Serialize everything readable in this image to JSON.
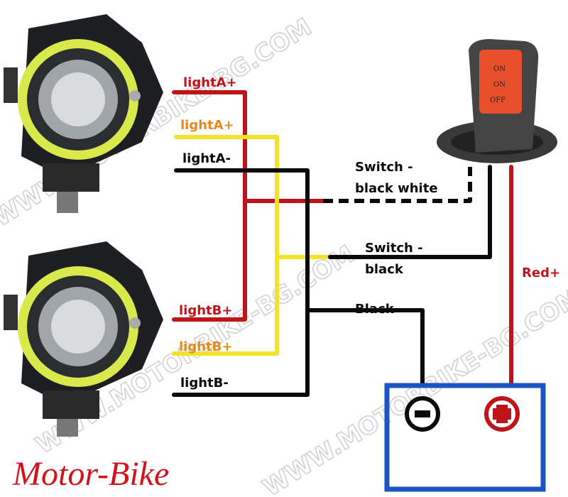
{
  "labels": {
    "lightA_plus_red": "lightA+",
    "lightA_plus_yellow": "lightA+",
    "lightA_minus": "lightA-",
    "lightB_plus_red": "lightB+",
    "lightB_plus_yellow": "lightB+",
    "lightB_minus": "lightB-",
    "switch_bw_1": "Switch -",
    "switch_bw_2": "black white",
    "switch_b_1": "Switch -",
    "switch_b_2": "black",
    "red_plus": "Red+",
    "black_minus": "Black-"
  },
  "switch": {
    "on1": "ON",
    "on2": "ON",
    "off": "OFF"
  },
  "battery": {
    "minus": "−",
    "plus": "+"
  },
  "title": "Motor-Bike",
  "watermark": "WWW.MOTORBIKE-BG.COM",
  "colors": {
    "red": "#c0141b",
    "yellow": "#f2e22a",
    "black": "#0a0a0a",
    "orange_label": "#e58a1f",
    "blue": "#1a55c2",
    "switch_face": "#e8502b"
  }
}
